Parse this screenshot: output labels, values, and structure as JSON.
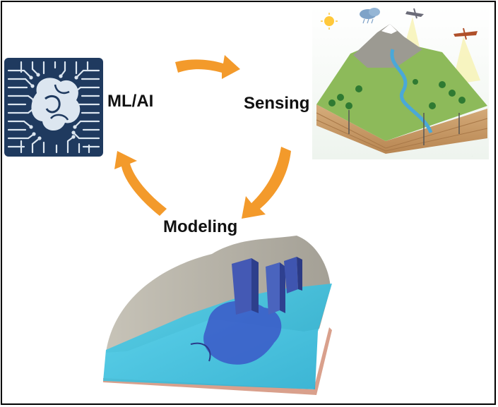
{
  "diagram": {
    "nodes": {
      "ml_ai": {
        "label": "ML/AI"
      },
      "sensing": {
        "label": "Sensing"
      },
      "modeling": {
        "label": "Modeling"
      }
    },
    "colors": {
      "arrow": "#F39A2B",
      "chip_bg": "#1F3A5F",
      "chip_lines": "#DCE6F0",
      "water": "#3CC3E0",
      "plume": "#3B58C8",
      "terrain": "#B9B5A8",
      "grass": "#8DBA5A",
      "soil": "#C9A070"
    },
    "icons": [
      "circuit-brain-icon",
      "watershed-sensing-illustration",
      "groundwater-model-illustration"
    ]
  }
}
